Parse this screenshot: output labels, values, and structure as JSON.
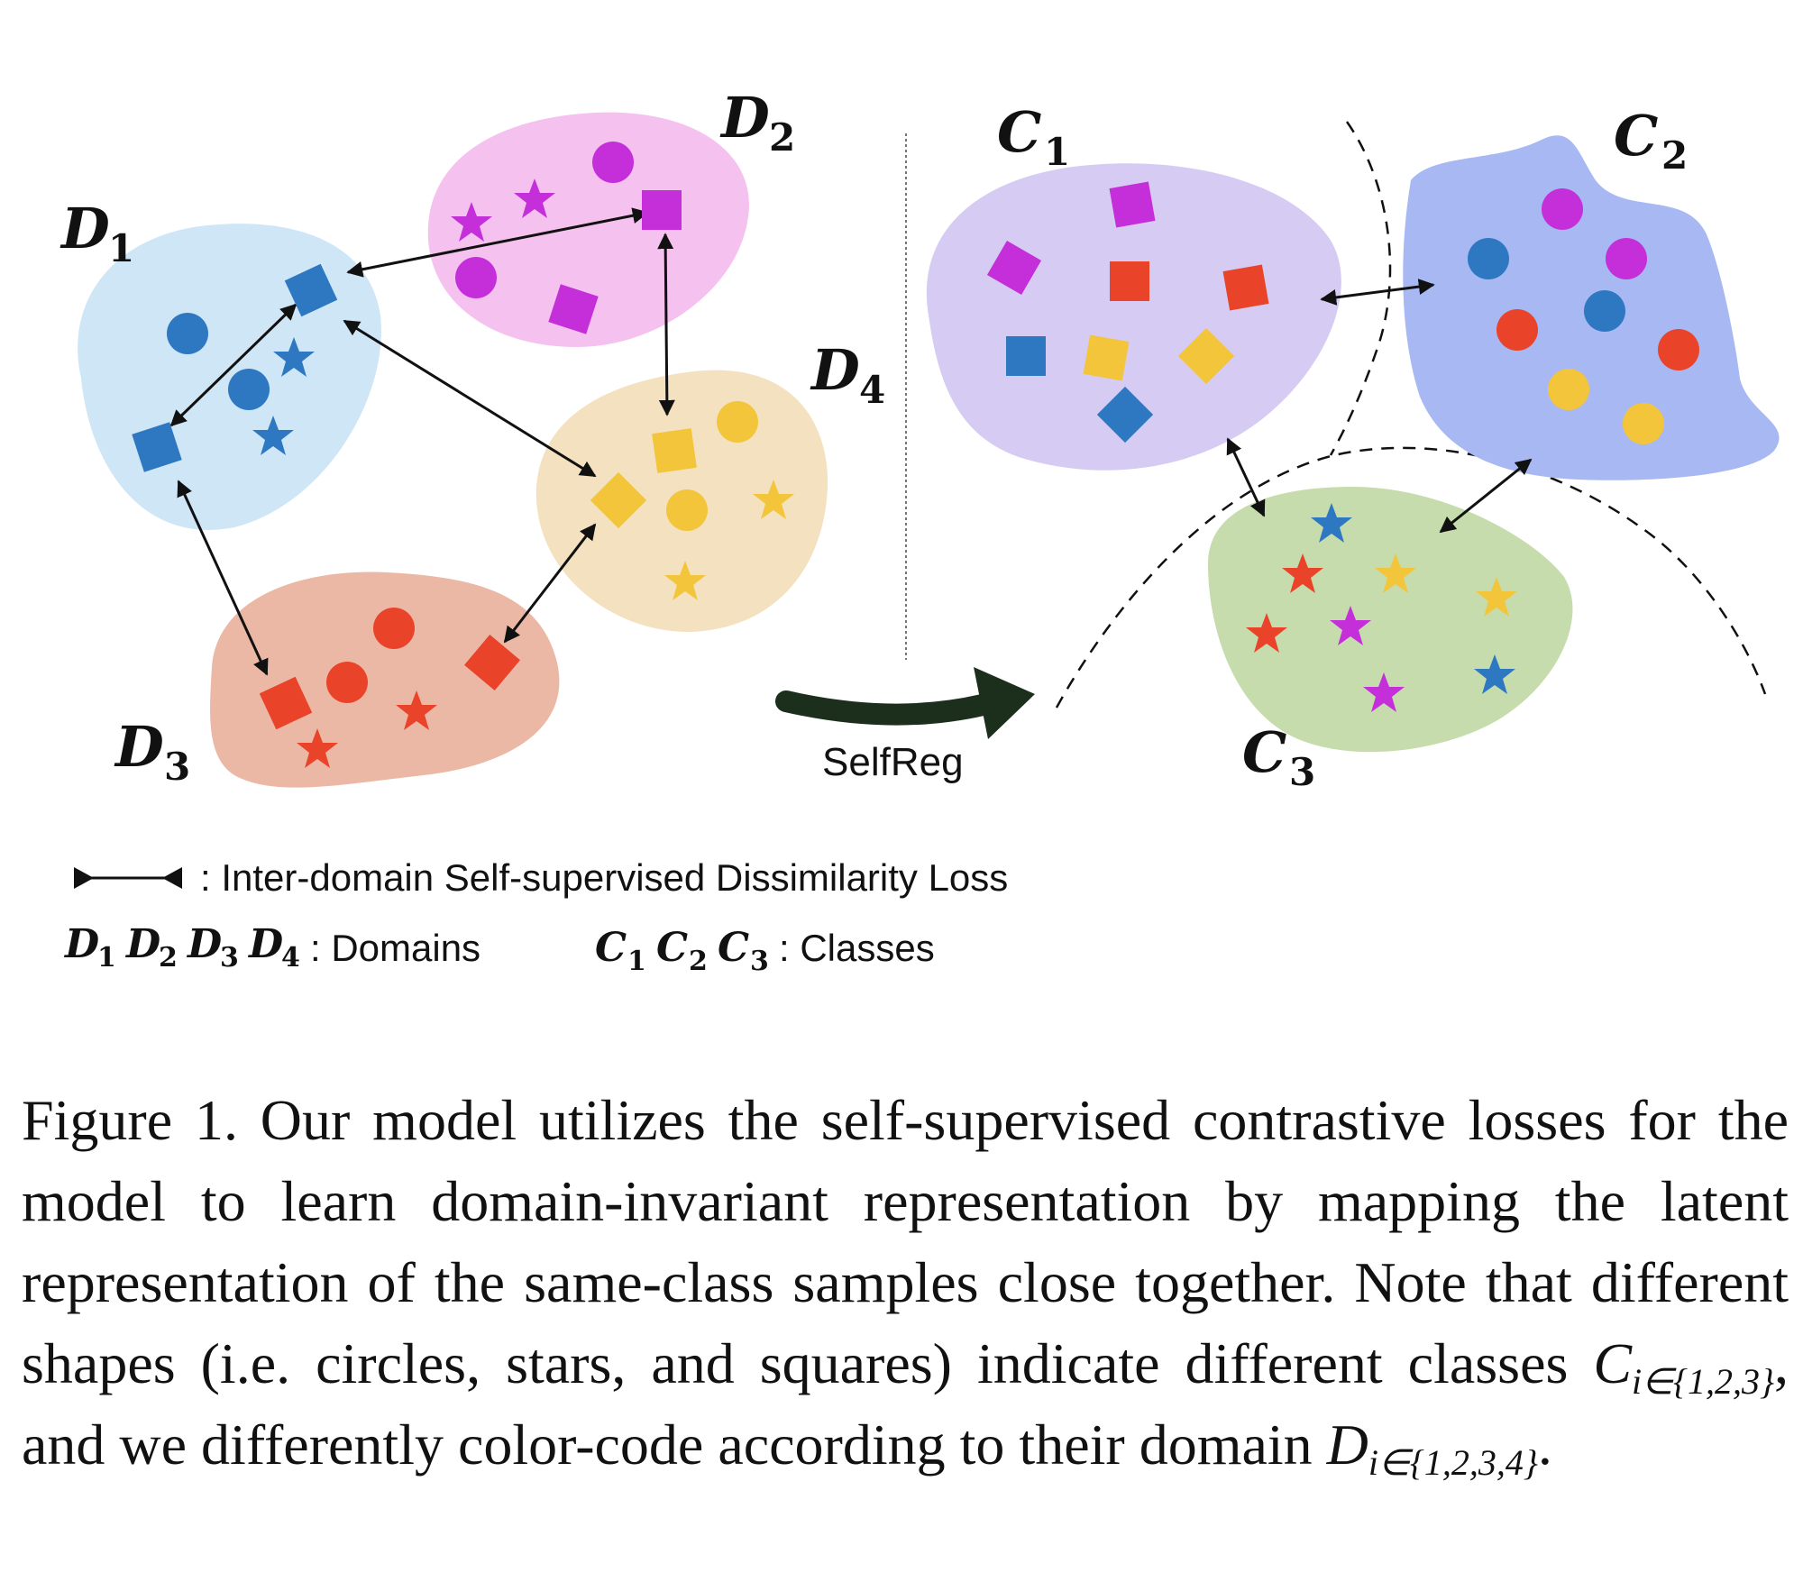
{
  "diagram": {
    "domain_labels": [
      {
        "id": "D1",
        "letter": "D",
        "sub": "1"
      },
      {
        "id": "D2",
        "letter": "D",
        "sub": "2"
      },
      {
        "id": "D3",
        "letter": "D",
        "sub": "3"
      },
      {
        "id": "D4",
        "letter": "D",
        "sub": "4"
      }
    ],
    "class_labels": [
      {
        "id": "C1",
        "letter": "C",
        "sub": "1"
      },
      {
        "id": "C2",
        "letter": "C",
        "sub": "2"
      },
      {
        "id": "C3",
        "letter": "C",
        "sub": "3"
      }
    ],
    "transform_label": "SelfReg",
    "colors": {
      "domain1_blob": "#cfe6f7",
      "domain1": "#2e78c2",
      "domain2_blob": "#f5c2f0",
      "domain2": "#c52fd9",
      "domain3_blob": "#ecb8a6",
      "domain3": "#e9432a",
      "domain4_blob": "#f3e1bf",
      "domain4": "#f3c53a",
      "class1_blob": "#d6ccf3",
      "class2_blob": "#a7b8f3",
      "class3_blob": "#c6dcad",
      "arrow": "#1c2f1c"
    }
  },
  "legend": {
    "loss_text": ": Inter-domain Self-supervised Dissimilarity Loss",
    "domains_symbols": [
      {
        "letter": "D",
        "sub": "1"
      },
      {
        "letter": "D",
        "sub": "2"
      },
      {
        "letter": "D",
        "sub": "3"
      },
      {
        "letter": "D",
        "sub": "4"
      }
    ],
    "domains_text": ": Domains",
    "classes_symbols": [
      {
        "letter": "C",
        "sub": "1"
      },
      {
        "letter": "C",
        "sub": "2"
      },
      {
        "letter": "C",
        "sub": "3"
      }
    ],
    "classes_text": ": Classes"
  },
  "caption": {
    "part1": "Figure 1. Our model utilizes the self-supervised contrastive losses for the model to learn domain-invariant representation by mapping the latent representation of the same-class samples close together. Note that different shapes (i.e. circles, stars, and squares) indicate different classes ",
    "math1_letter": "C",
    "math1_sub": "i∈{1,2,3}",
    "part2": ", and we differently color-code according to their domain ",
    "math2_letter": "D",
    "math2_sub": "i∈{1,2,3,4}",
    "part3": "."
  }
}
